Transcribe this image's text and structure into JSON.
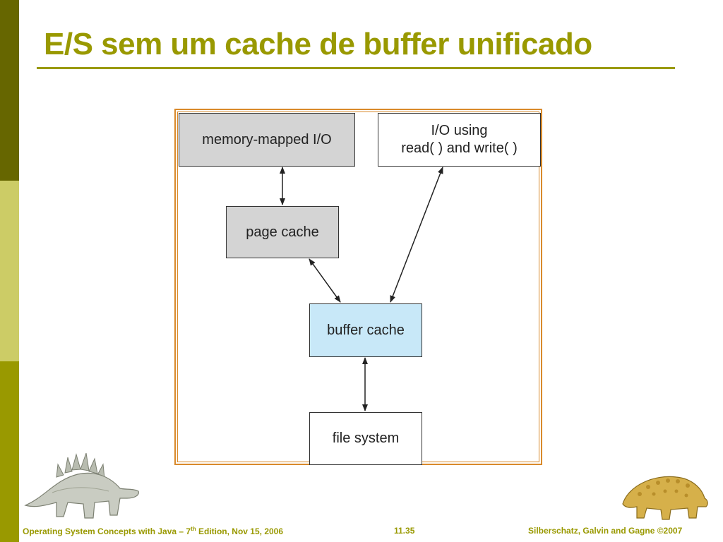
{
  "slide": {
    "title": "E/S sem um cache de buffer unificado"
  },
  "diagram": {
    "nodes": {
      "memory_mapped_io": "memory-mapped I/O",
      "io_read_write": "I/O using\nread( ) and write( )",
      "page_cache": "page cache",
      "buffer_cache": "buffer cache",
      "file_system": "file system"
    }
  },
  "footer": {
    "left_part1": "Operating System Concepts with Java – 7",
    "left_sup": "th",
    "left_part2": " Edition, Nov 15, 2006",
    "page_number": "11.35",
    "copyright": "Silberschatz, Galvin and Gagne ©2007"
  },
  "colors": {
    "accent": "#999900",
    "side_dark": "#666600",
    "side_light": "#cccc66",
    "frame": "#d98a2b",
    "gray_node": "#d4d4d4",
    "blue_node": "#c8e8f8"
  }
}
